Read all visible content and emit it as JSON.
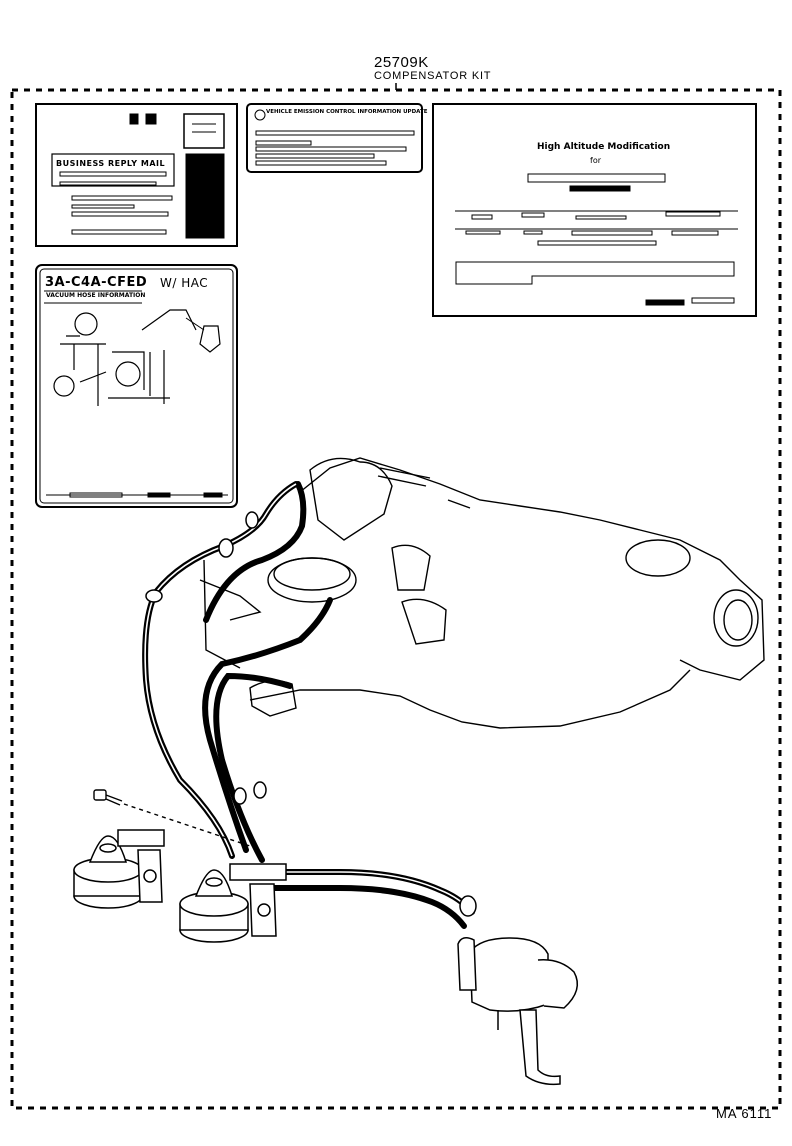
{
  "part_number": "25709K",
  "part_name": "COMPENSATOR KIT",
  "figure_code": "MA  6111",
  "reply_card": {
    "heading": "BUSINESS REPLY MAIL"
  },
  "hac_label": {
    "engine_code": "3A-C4A-CFED",
    "variant": "W/ HAC",
    "caption": "VACUUM HOSE INFORMATION"
  },
  "emission_label": {
    "caption": "VEHICLE EMISSION CONTROL INFORMATION UPDATE"
  },
  "modification_label": {
    "title": "High Altitude Modification",
    "subtitle": "for"
  }
}
